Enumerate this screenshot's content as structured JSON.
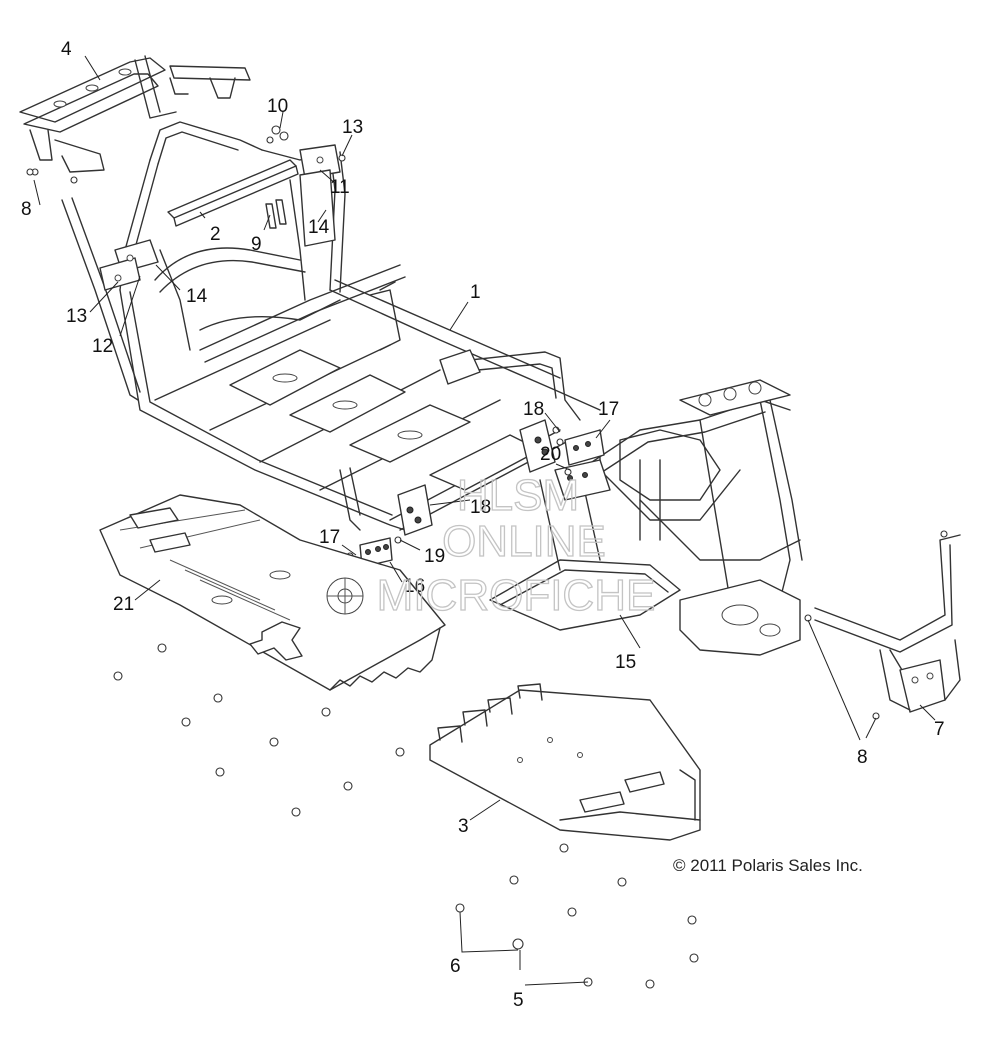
{
  "callouts": {
    "c1": "1",
    "c2": "2",
    "c3": "3",
    "c4": "4",
    "c5": "5",
    "c6": "6",
    "c7": "7",
    "c8a": "8",
    "c8b": "8",
    "c9": "9",
    "c10": "10",
    "c11": "11",
    "c12": "12",
    "c13a": "13",
    "c13b": "13",
    "c14a": "14",
    "c14b": "14",
    "c15": "15",
    "c16": "16",
    "c17a": "17",
    "c17b": "17",
    "c18a": "18",
    "c18b": "18",
    "c19": "19",
    "c20": "20",
    "c21": "21"
  },
  "copyright": "© 2011 Polaris Sales Inc.",
  "watermark": {
    "line1": "HLSM",
    "line2": "ONLINE",
    "line3": "MICROFICHE"
  }
}
